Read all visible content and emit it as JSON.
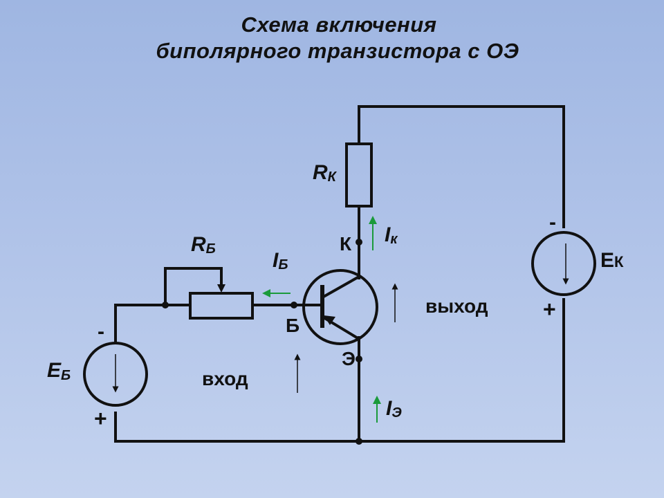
{
  "title": {
    "line1": "Схема включения",
    "line2": "биполярного транзистора с ОЭ"
  },
  "labels": {
    "rk_main": "R",
    "rk_sub": "К",
    "rb_main": "R",
    "rb_sub": "Б",
    "ik_main": "I",
    "ik_sub": "к",
    "ib_main": "I",
    "ib_sub": "Б",
    "ie_main": "I",
    "ie_sub": "Э",
    "eb_main": "Е",
    "eb_sub": "Б",
    "ek_main": "Е",
    "ek_sub": "К",
    "collector": "К",
    "base": "Б",
    "emitter": "Э",
    "input": "вход",
    "output": "выход",
    "minus_left": "-",
    "plus_left": "+",
    "minus_right": "-",
    "plus_right": "+"
  },
  "colors": {
    "wire": "#111111",
    "current_arrow": "#1a9a3a",
    "background_top": "#9fb6e2",
    "background_bottom": "#c4d3ef"
  }
}
